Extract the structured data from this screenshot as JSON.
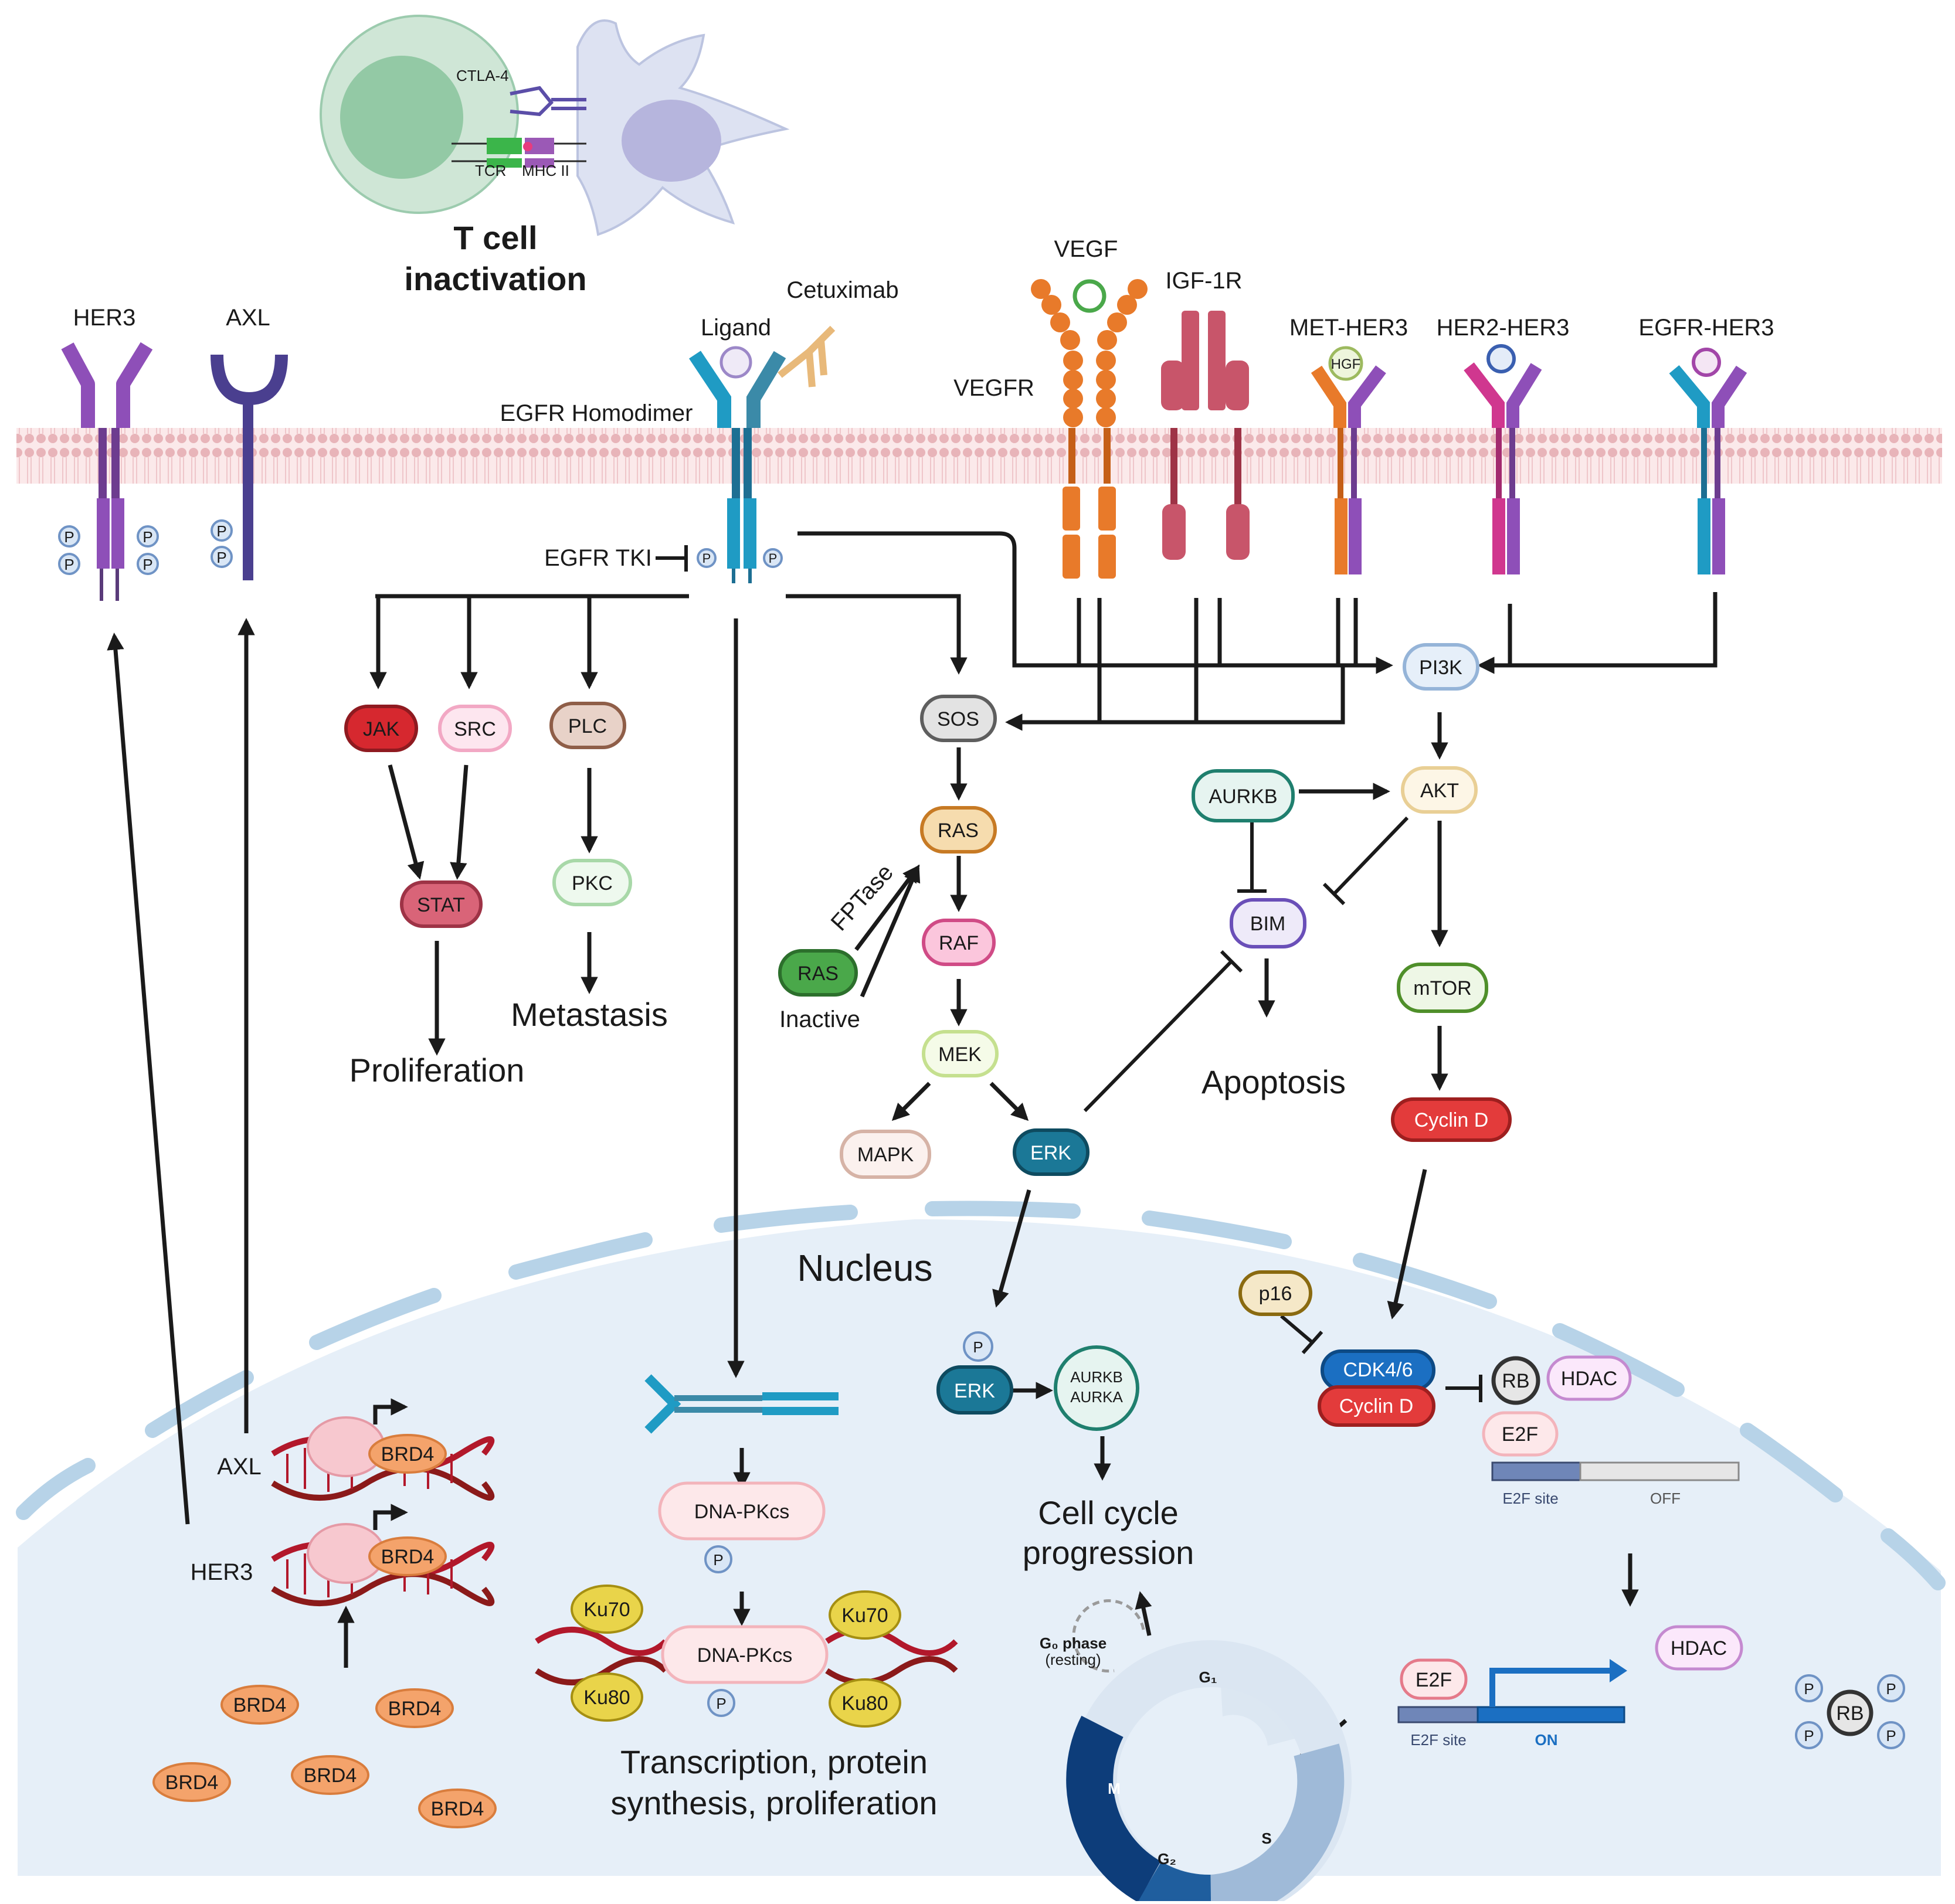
{
  "tcell": {
    "ctla4": "CTLA-4",
    "tcr": "TCR",
    "mhc": "MHC II",
    "title_line1": "T cell",
    "title_line2": "inactivation"
  },
  "receptors": {
    "her3": "HER3",
    "axl": "AXL",
    "ligand": "Ligand",
    "cetuximab": "Cetuximab",
    "egfr_homodimer": "EGFR Homodimer",
    "egfr_tki": "EGFR TKI",
    "vegf": "VEGF",
    "vegfr": "VEGFR",
    "igf1r": "IGF-1R",
    "met_her3": "MET-HER3",
    "hgf": "HGF",
    "her2_her3": "HER2-HER3",
    "egfr_her3": "EGFR-HER3",
    "p": "P"
  },
  "nodes": {
    "jak": "JAK",
    "src": "SRC",
    "plc": "PLC",
    "stat": "STAT",
    "pkc": "PKC",
    "sos": "SOS",
    "ras": "RAS",
    "raf": "RAF",
    "mek": "MEK",
    "mapk": "MAPK",
    "erk": "ERK",
    "ras_inactive": "RAS",
    "inactive": "Inactive",
    "fptase": "FPTase",
    "pi3k": "PI3K",
    "akt": "AKT",
    "aurkb": "AURKB",
    "bim": "BIM",
    "mtor": "mTOR",
    "cyclin_d": "Cyclin D"
  },
  "outcomes": {
    "proliferation": "Proliferation",
    "metastasis": "Metastasis",
    "apoptosis": "Apoptosis",
    "cell_cycle_1": "Cell cycle",
    "cell_cycle_2": "progression",
    "transcription_1": "Transcription, protein",
    "transcription_2": "synthesis, proliferation"
  },
  "nucleus": {
    "title": "Nucleus",
    "axl": "AXL",
    "her3": "HER3",
    "brd4": "BRD4",
    "dna_pkcs": "DNA-PKcs",
    "ku70": "Ku70",
    "ku80": "Ku80",
    "p": "P",
    "erk": "ERK",
    "aurkb": "AURKB",
    "aurka": "AURKA",
    "p16": "p16",
    "cdk46": "CDK4/6",
    "cyclin_d": "Cyclin D",
    "rb": "RB",
    "hdac": "HDAC",
    "e2f": "E2F",
    "e2f_site": "E2F site",
    "off": "OFF",
    "on": "ON",
    "g0_phase": "G₀ phase",
    "resting": "(resting)",
    "g1": "G₁",
    "s": "S",
    "g2": "G₂",
    "m": "M"
  },
  "colors": {
    "membrane": "#f2c8cc",
    "nucleus_fill": "#e6eff8",
    "nuclear_envelope": "#b7d3e8",
    "egfr": "#1f9bc4",
    "her3": "#8e4fb8",
    "axl": "#4a3f8f",
    "vegfr": "#e87a2a",
    "igf1r": "#c8556a",
    "her2": "#d0378f",
    "brd4": "#f4a36b",
    "ku": "#e9d44a"
  }
}
